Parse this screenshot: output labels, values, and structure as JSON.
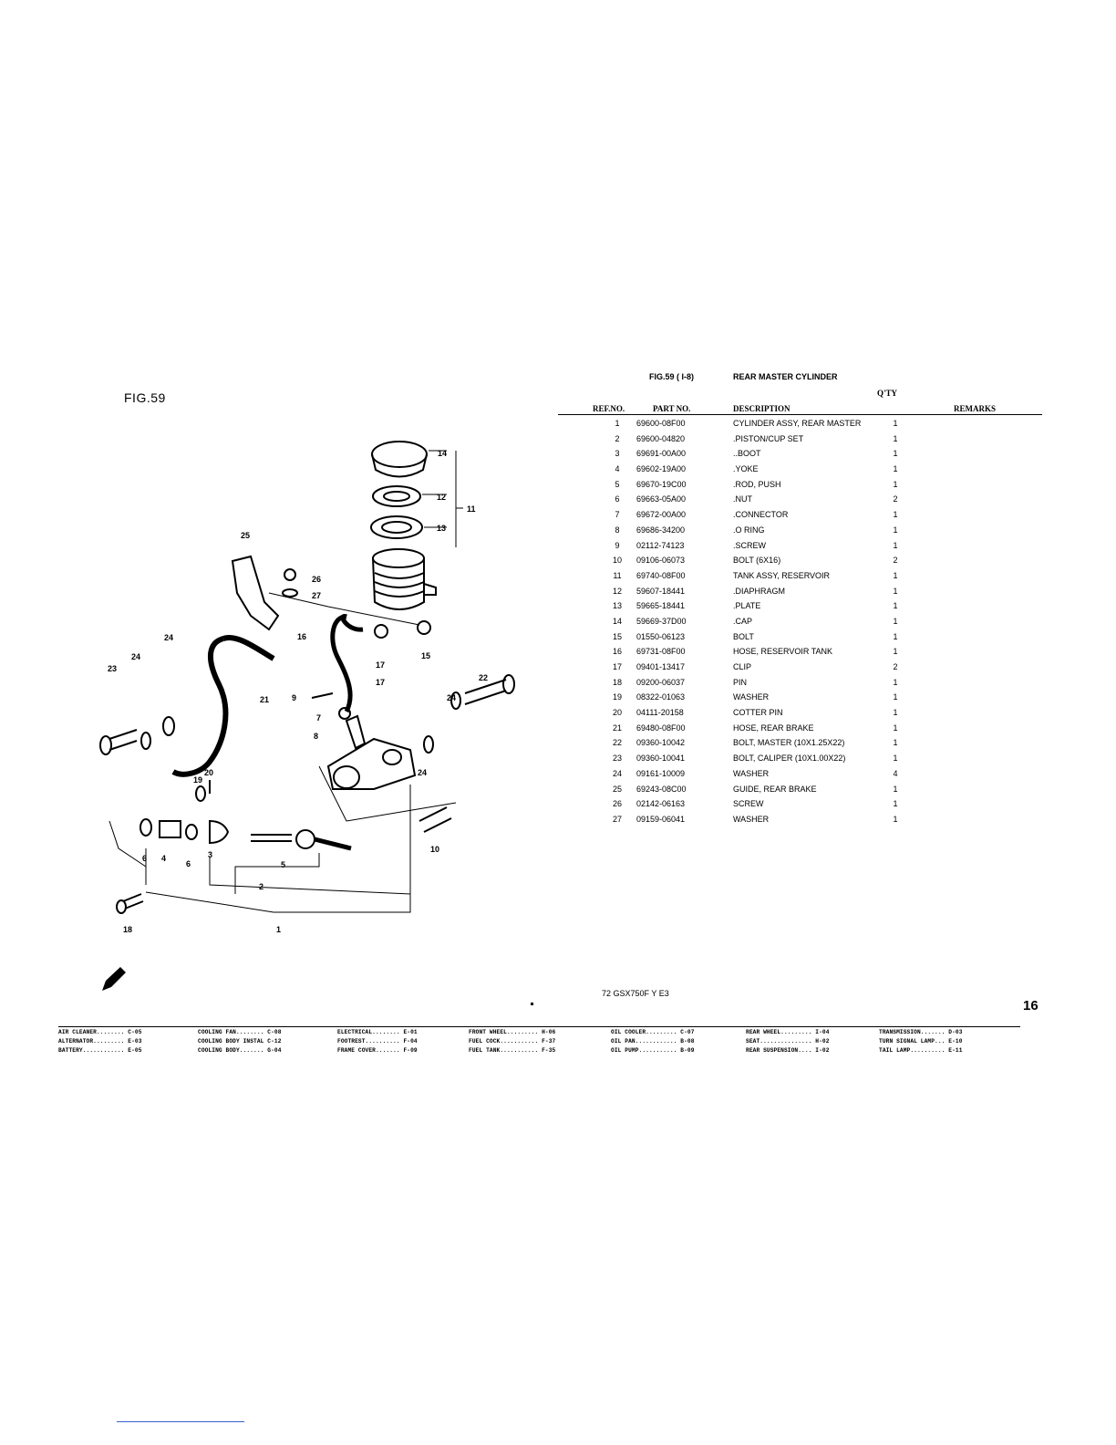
{
  "figure_label": "FIG.59",
  "header": {
    "fig_ref": "FIG.59 ( I-8)",
    "title": "REAR MASTER CYLINDER",
    "qty_label": "Q'TY"
  },
  "columns": {
    "ref_no": "REF.NO.",
    "part_no": "PART NO.",
    "description": "DESCRIPTION",
    "remarks": "REMARKS"
  },
  "parts": [
    {
      "ref": "1",
      "part": "69600-08F00",
      "desc": "CYLINDER ASSY, REAR MASTER",
      "qty": "1"
    },
    {
      "ref": "2",
      "part": "69600-04820",
      "desc": ".PISTON/CUP SET",
      "qty": "1"
    },
    {
      "ref": "3",
      "part": "69691-00A00",
      "desc": "..BOOT",
      "qty": "1"
    },
    {
      "ref": "4",
      "part": "69602-19A00",
      "desc": ".YOKE",
      "qty": "1"
    },
    {
      "ref": "5",
      "part": "69670-19C00",
      "desc": ".ROD, PUSH",
      "qty": "1"
    },
    {
      "ref": "6",
      "part": "69663-05A00",
      "desc": ".NUT",
      "qty": "2"
    },
    {
      "ref": "7",
      "part": "69672-00A00",
      "desc": ".CONNECTOR",
      "qty": "1"
    },
    {
      "ref": "8",
      "part": "69686-34200",
      "desc": ".O RING",
      "qty": "1"
    },
    {
      "ref": "9",
      "part": "02112-74123",
      "desc": ".SCREW",
      "qty": "1"
    },
    {
      "ref": "10",
      "part": "09106-06073",
      "desc": "BOLT (6X16)",
      "qty": "2"
    },
    {
      "ref": "11",
      "part": "69740-08F00",
      "desc": "TANK ASSY, RESERVOIR",
      "qty": "1"
    },
    {
      "ref": "12",
      "part": "59607-18441",
      "desc": ".DIAPHRAGM",
      "qty": "1"
    },
    {
      "ref": "13",
      "part": "59665-18441",
      "desc": ".PLATE",
      "qty": "1"
    },
    {
      "ref": "14",
      "part": "59669-37D00",
      "desc": ".CAP",
      "qty": "1"
    },
    {
      "ref": "15",
      "part": "01550-06123",
      "desc": "BOLT",
      "qty": "1"
    },
    {
      "ref": "16",
      "part": "69731-08F00",
      "desc": "HOSE, RESERVOIR TANK",
      "qty": "1"
    },
    {
      "ref": "17",
      "part": "09401-13417",
      "desc": "CLIP",
      "qty": "2"
    },
    {
      "ref": "18",
      "part": "09200-06037",
      "desc": "PIN",
      "qty": "1"
    },
    {
      "ref": "19",
      "part": "08322-01063",
      "desc": "WASHER",
      "qty": "1"
    },
    {
      "ref": "20",
      "part": "04111-20158",
      "desc": "COTTER PIN",
      "qty": "1"
    },
    {
      "ref": "21",
      "part": "69480-08F00",
      "desc": "HOSE, REAR BRAKE",
      "qty": "1"
    },
    {
      "ref": "22",
      "part": "09360-10042",
      "desc": "BOLT, MASTER (10X1.25X22)",
      "qty": "1"
    },
    {
      "ref": "23",
      "part": "09360-10041",
      "desc": "BOLT, CALIPER (10X1.00X22)",
      "qty": "1"
    },
    {
      "ref": "24",
      "part": "09161-10009",
      "desc": "WASHER",
      "qty": "4"
    },
    {
      "ref": "25",
      "part": "69243-08C00",
      "desc": "GUIDE, REAR BRAKE",
      "qty": "1"
    },
    {
      "ref": "26",
      "part": "02142-06163",
      "desc": "SCREW",
      "qty": "1"
    },
    {
      "ref": "27",
      "part": "09159-06041",
      "desc": "WASHER",
      "qty": "1"
    }
  ],
  "callouts": {
    "c1": "1",
    "c2": "2",
    "c3": "3",
    "c4": "4",
    "c5": "5",
    "c6a": "6",
    "c6b": "6",
    "c7": "7",
    "c8": "8",
    "c9": "9",
    "c10": "10",
    "c11": "11",
    "c12": "12",
    "c13": "13",
    "c14": "14",
    "c15": "15",
    "c16": "16",
    "c17a": "17",
    "c17b": "17",
    "c18": "18",
    "c19": "19",
    "c20": "20",
    "c21": "21",
    "c22": "22",
    "c23": "23",
    "c24a": "24",
    "c24b": "24",
    "c24c": "24",
    "c24d": "24",
    "c25": "25",
    "c26": "26",
    "c27": "27"
  },
  "footer": {
    "model": "72 GSX750F Y E3",
    "page_number": "16"
  },
  "index": [
    [
      "AIR CLEANER........ C-05",
      "COOLING FAN........ C-08",
      "ELECTRICAL........ E-01",
      "FRONT WHEEL......... H-06",
      "OIL COOLER......... C-07",
      "REAR WHEEL......... I-04",
      "TRANSMISSION....... D-03"
    ],
    [
      "ALTERNATOR......... E-03",
      "COOLING BODY INSTAL C-12",
      "FOOTREST.......... F-04",
      "FUEL COCK........... F-37",
      "OIL PAN............ B-08",
      "SEAT............... H-02",
      "TURN SIGNAL LAMP... E-10"
    ],
    [
      "BATTERY............ E-05",
      "COOLING BODY....... G-04",
      "FRAME COVER....... F-09",
      "FUEL TANK........... F-35",
      "OIL PUMP........... B-09",
      "REAR SUSPENSION.... I-02",
      "TAIL LAMP.......... E-11"
    ]
  ]
}
